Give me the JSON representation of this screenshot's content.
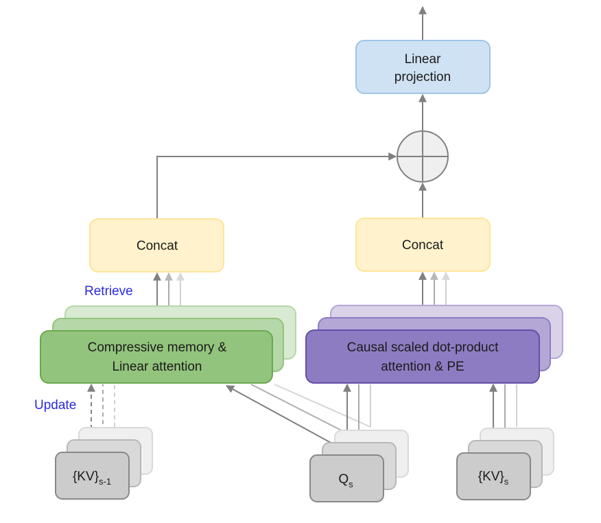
{
  "output_block": {
    "line1": "Linear",
    "line2": "projection"
  },
  "concat_left": "Concat",
  "concat_right": "Concat",
  "memory_block": {
    "line1": "Compressive memory &",
    "line2": "Linear attention"
  },
  "attention_block": {
    "line1": "Causal scaled dot-product",
    "line2": "attention & PE"
  },
  "retrieve_label": "Retrieve",
  "update_label": "Update",
  "kv_prev": {
    "base": "{KV}",
    "sub": "s-1"
  },
  "query": {
    "base": "Q",
    "sub": "s"
  },
  "kv_cur": {
    "base": "{KV}",
    "sub": "s"
  },
  "colors": {
    "projection_fill": "#cfe2f3",
    "projection_stroke": "#9fc5e8",
    "concat_fill": "#fff2cc",
    "concat_stroke": "#ffe599",
    "memory_fill": "#93c47d",
    "memory_stroke": "#6aa84f",
    "attention_fill": "#8e7cc3",
    "attention_stroke": "#674ea7",
    "input_fill": "#cccccc",
    "input_stroke": "#888888",
    "arrow": "#7f7f7f",
    "annotation": "#2a2ae0"
  }
}
